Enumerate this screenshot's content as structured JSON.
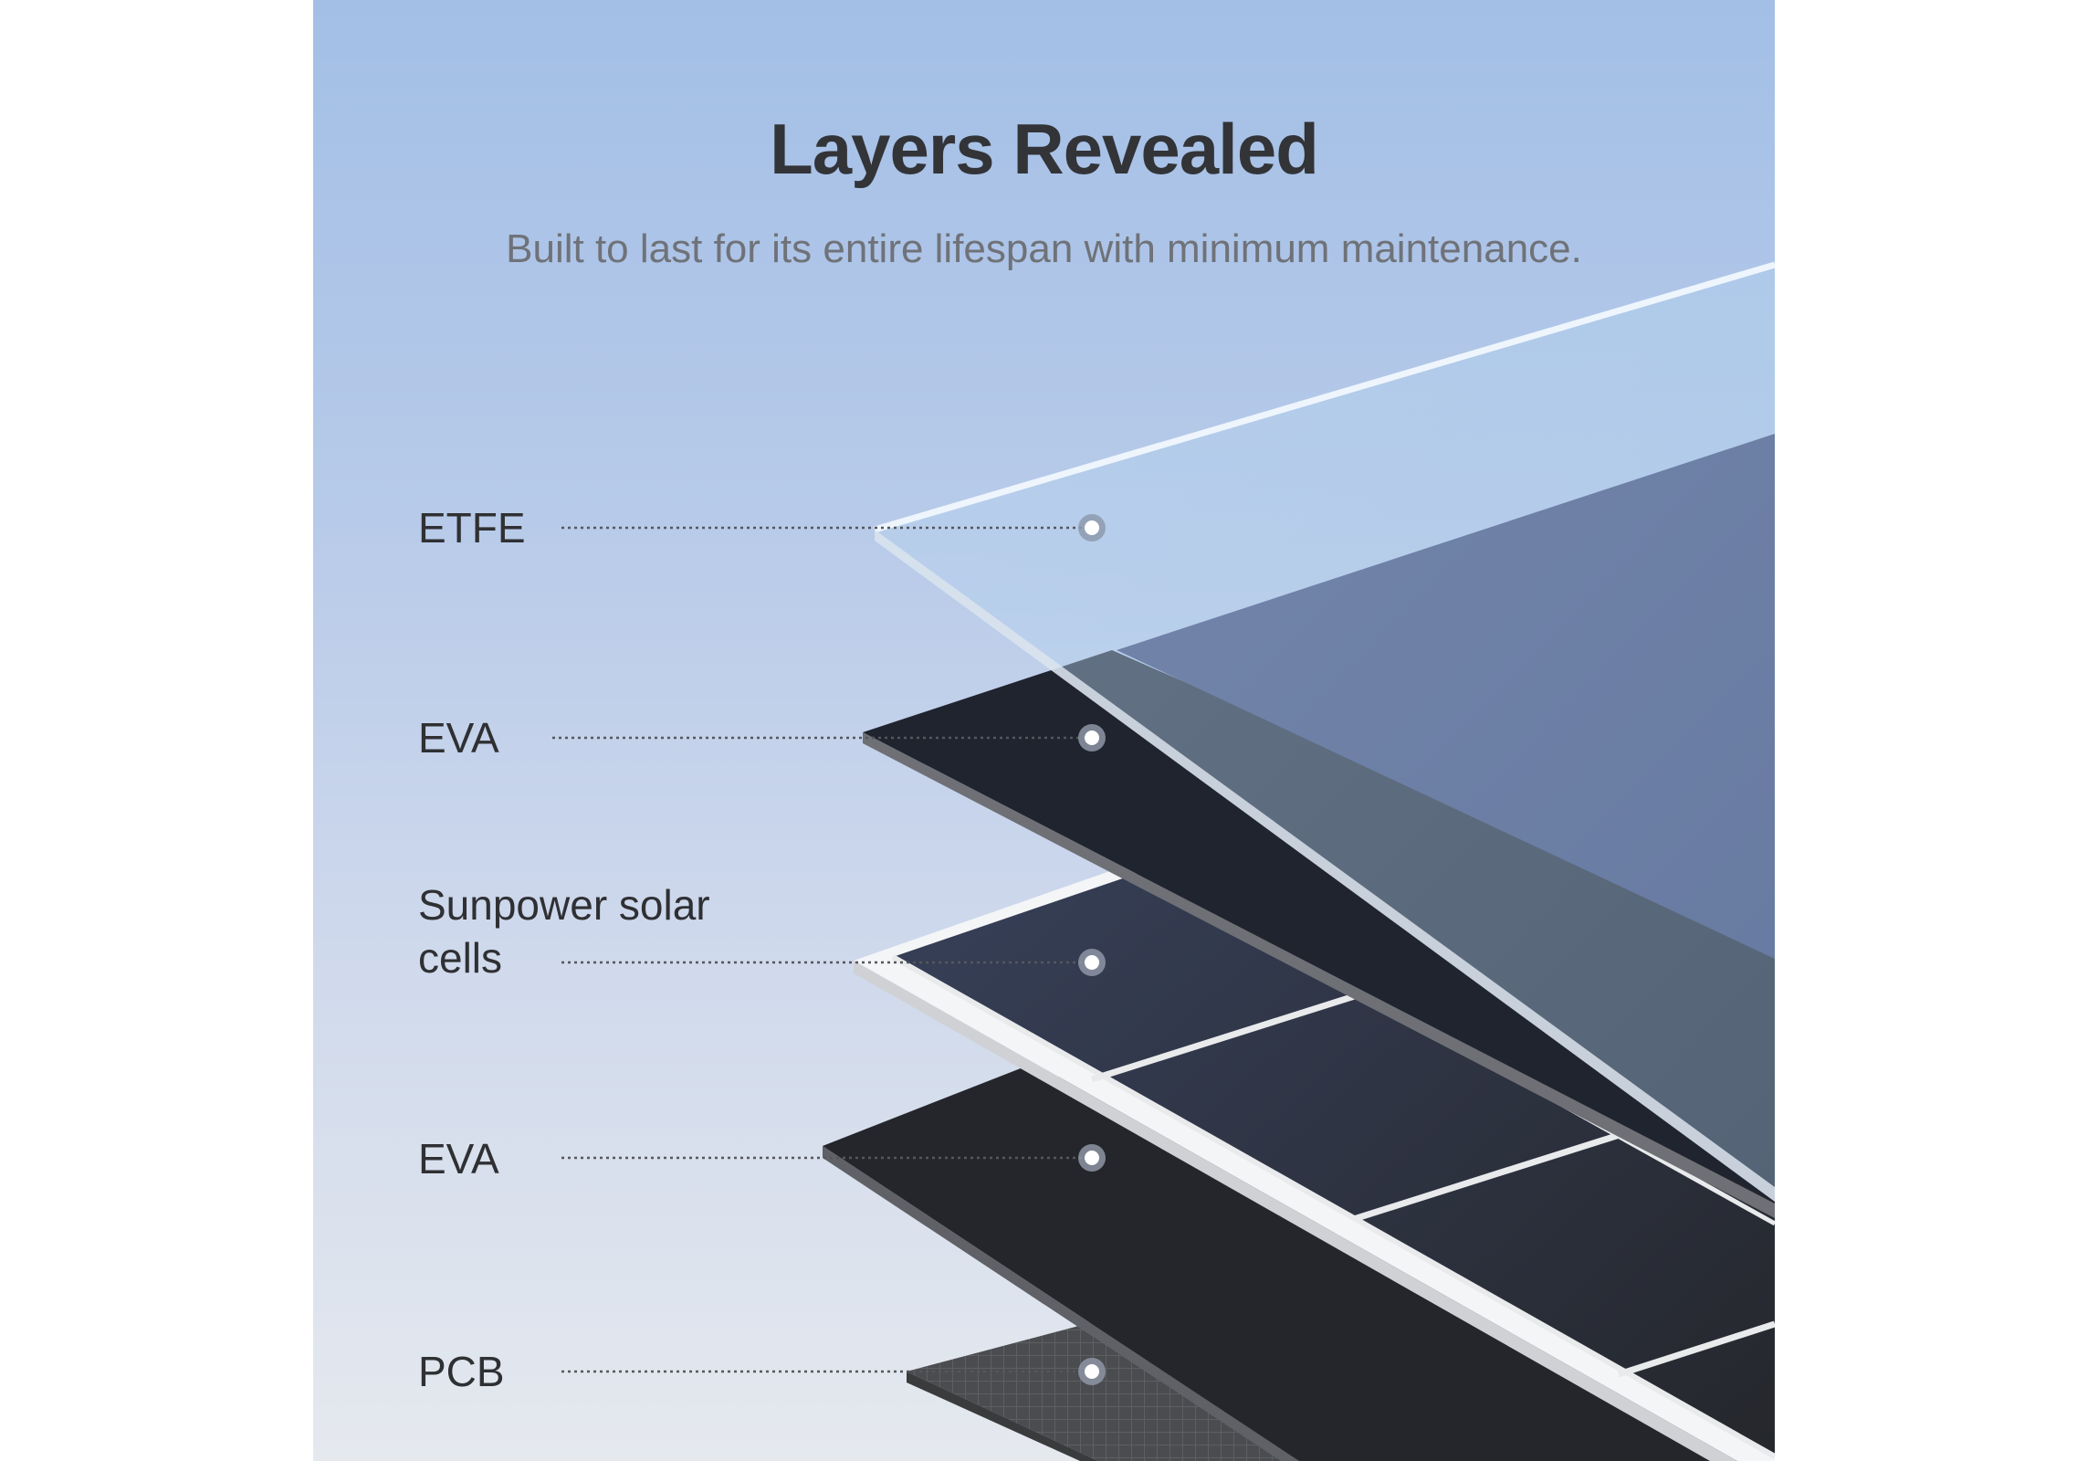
{
  "header": {
    "title": "Layers Revealed",
    "subtitle": "Built to last for its entire lifespan with minimum maintenance."
  },
  "layers": [
    {
      "label": "ETFE"
    },
    {
      "label": "EVA"
    },
    {
      "label": "Sunpower solar cells"
    },
    {
      "label": "EVA"
    },
    {
      "label": "PCB"
    }
  ],
  "colors": {
    "title": "#333438",
    "subtitle": "#6f7278",
    "label": "#2f3033",
    "background_top": "#a3bfe6",
    "background_bottom": "#e5e9ee"
  }
}
